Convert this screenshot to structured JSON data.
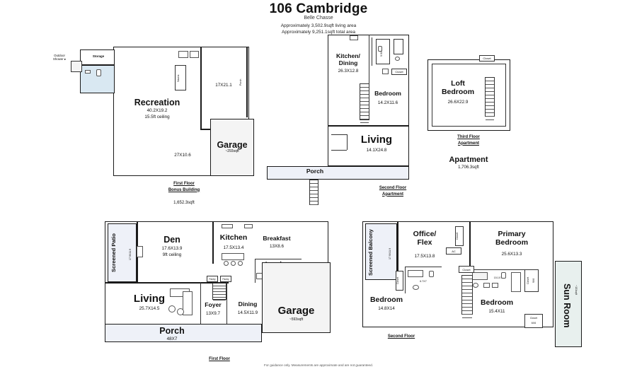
{
  "header": {
    "title": "106 Cambridge",
    "subtitle": "Belle Chasse",
    "living_area": "Approximately 3,502.9sqft living area",
    "total_area": "Approximately 9,251.1sqft total area"
  },
  "footer": {
    "disclaimer": "For guidance only. Measurements are approximate and are not guaranteed."
  },
  "bonus_building": {
    "floor_label_line1": "First Floor",
    "floor_label_line2": "Bonus Building",
    "area": "1,652.3sqft",
    "outdoor_shower": "Outdoor\nShower",
    "outdoor_shower_label": "Outdoor Shower",
    "storage": "Storage",
    "sauna": "Sauna",
    "recreation": {
      "name": "Recreation",
      "dim": "40.2X19.2",
      "ceiling": "15.5ft ceiling"
    },
    "upper_right_dim": "17X21.1",
    "lower_left_dim": "27X10.6",
    "side_vert_dim": "Porch",
    "garage": {
      "name": "Garage",
      "area": "~293sqft"
    }
  },
  "apartment": {
    "second_floor_label_line1": "Second Floor",
    "second_floor_label_line2": "Apartment",
    "third_floor_label_line1": "Third Floor",
    "third_floor_label_line2": "Apartment",
    "summary_title": "Apartment",
    "summary_area": "1,706.3sqft",
    "kitchen_dining": {
      "name": "Kitchen/\nDining",
      "name1": "Kitchen/",
      "name2": "Dining",
      "dim": "26.3X12.8"
    },
    "bedroom": {
      "name": "Bedroom",
      "dim": "14.2X11.6"
    },
    "living": {
      "name": "Living",
      "dim": "14.1X24.8"
    },
    "bath_dim": "9.9X8.2",
    "closet": "Closet",
    "porch": "Porch",
    "loft": {
      "name1": "Loft",
      "name2": "Bedroom",
      "dim": "26.6X22.9",
      "closet": "Closet"
    }
  },
  "main_first_floor": {
    "floor_label": "First Floor",
    "screened_patio": {
      "name1": "Screened",
      "name2": "Patio",
      "dim": "17.9X11.9"
    },
    "den": {
      "name": "Den",
      "dim": "17.6X13.9",
      "ceiling": "9ft ceiling"
    },
    "living": {
      "name": "Living",
      "dim": "25.7X14.5"
    },
    "kitchen": {
      "name": "Kitchen",
      "dim": "17.5X13.4"
    },
    "breakfast": {
      "name": "Breakfast",
      "dim": "13X8.6"
    },
    "laundry": {
      "name": "Laundry",
      "dim": "9.7X8.1"
    },
    "foyer": {
      "name": "Foyer",
      "dim": "13X9.7"
    },
    "dining": {
      "name": "Dining",
      "dim": "14.5X11.9"
    },
    "garage": {
      "name": "Garage",
      "area": "~593sqft"
    },
    "porch": {
      "name": "Porch",
      "dim": "48X7"
    },
    "small_room_dim": "7.2X5",
    "closet": "Closet",
    "pantry_left": "Pantry",
    "pantry_right": "Pantry"
  },
  "main_second_floor": {
    "floor_label": "Second Floor",
    "screened_balcony": {
      "name1": "Screened",
      "name2": "Balcony",
      "dim": "17.9X11.9"
    },
    "office_flex": {
      "name1": "Office/",
      "name2": "Flex",
      "dim": "17.5X13.8"
    },
    "primary": {
      "name1": "Primary",
      "name2": "Bedroom",
      "dim": "25.6X13.3"
    },
    "bedroom_left": {
      "name": "Bedroom",
      "dim": "14.8X14"
    },
    "bedroom_right": {
      "name": "Bedroom",
      "dim": "15.4X11"
    },
    "primary_bath_dim": "15.1X7.5",
    "hall_bath_dim": "6.7X7",
    "ac": "AC",
    "closet": "Closet",
    "closet_top": "Closet",
    "closet_9x6": {
      "label": "Closet",
      "dim": "9X6"
    },
    "closet_6x6": {
      "label": "Closet",
      "dim": "6X6"
    },
    "vert_closet": "Closet",
    "sun_room": {
      "name": "Sun Room",
      "area": "~131sqft"
    }
  },
  "colors": {
    "wall": "#1a1a1a",
    "porch_fill": "#eef1f8",
    "garage_fill": "#f4f4f4",
    "water_fill": "#d9e8f2",
    "sun_fill": "#e8f0ee"
  }
}
